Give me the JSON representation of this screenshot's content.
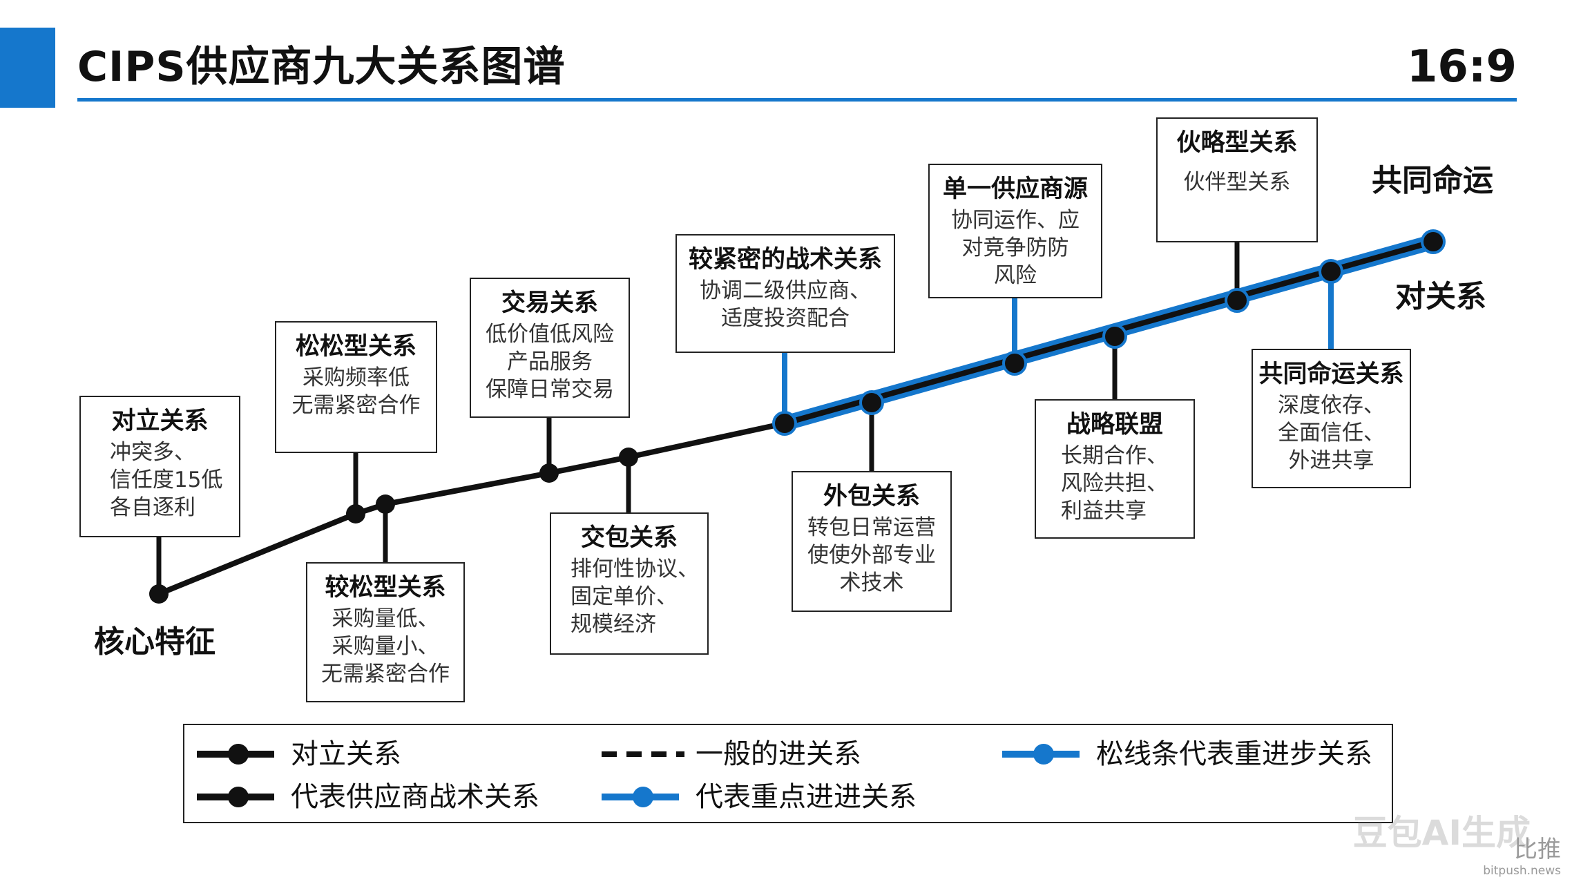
{
  "header": {
    "title": "CIPS供应商九大关系图谱",
    "ratio": "16:9"
  },
  "labels": {
    "core": "核心特征",
    "shared_destiny": "共同命运",
    "pair_relation": "对关系"
  },
  "boxes": [
    {
      "title": "对立关系",
      "desc": "冲突多、\n信任度15低\n各自逐利"
    },
    {
      "title": "松松型关系",
      "desc": "采购频率低\n无需紧密合作"
    },
    {
      "title": "较松型关系",
      "desc": "采购量低、\n采购量小、\n无需紧密合作"
    },
    {
      "title": "交易关系",
      "desc": "低价值低风险\n产品服务\n保障日常交易"
    },
    {
      "title": "交包关系",
      "desc": "排何性协议、\n固定单价、\n规模经济"
    },
    {
      "title": "较紧密的战术关系",
      "desc": "协调二级供应商、\n适度投资配合"
    },
    {
      "title": "外包关系",
      "desc": "转包日常运营\n使使外部专业\n术技术"
    },
    {
      "title": "单一供应商源",
      "desc": "协同运作、应\n对竞争防防\n风险"
    },
    {
      "title": "战略联盟",
      "desc": "长期合作、\n风险共担、\n利益共享"
    },
    {
      "title": "伙略型关系",
      "desc": "伙伴型关系"
    },
    {
      "title": "共同命运关系",
      "desc": "深度依存、\n全面信任、\n外进共享"
    }
  ],
  "legend": [
    {
      "label": "对立关系",
      "style": "black-solid-dot"
    },
    {
      "label": "一般的进关系",
      "style": "black-dashed"
    },
    {
      "label": "松线条代表重进步关系",
      "style": "blue-solid-dot"
    },
    {
      "label": "代表供应商战术关系",
      "style": "black-solid-dot"
    },
    {
      "label": "代表重点进进关系",
      "style": "blue-solid-dot"
    }
  ],
  "watermark": {
    "main": "豆包AI生成",
    "brand": "比推",
    "site": "bitpush.news"
  },
  "colors": {
    "accent": "#1577cc",
    "line": "#111111",
    "border": "#222222"
  }
}
